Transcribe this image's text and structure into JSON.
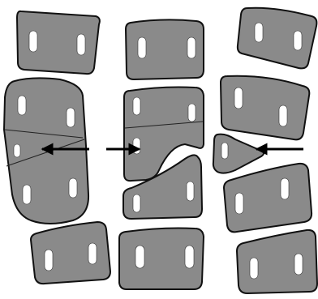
{
  "colors": {
    "background": "#ffffff",
    "block_fill": "#8a8a8a",
    "block_stroke": "#111111",
    "hole_fill": "#ffffff",
    "arrow": "#000000"
  },
  "diagram": {
    "columns": [
      {
        "id": "left",
        "blocks": [
          "upper-block",
          "wedged-block",
          "lower-block"
        ],
        "feature": "split-by-two-lines"
      },
      {
        "id": "middle",
        "blocks": [
          "upper-block",
          "upper-wedge-piece",
          "lower-wedge-piece",
          "lower-block"
        ],
        "feature": "wedge-separated"
      },
      {
        "id": "right",
        "blocks": [
          "upper-block",
          "upper-mid-block",
          "triangular-wedge",
          "lower-mid-block",
          "lower-block"
        ],
        "feature": "isolated-triangle"
      }
    ],
    "arrows": [
      {
        "id": "left-arrow",
        "direction": "left"
      },
      {
        "id": "middle-arrow",
        "direction": "right"
      },
      {
        "id": "right-arrow",
        "direction": "left"
      }
    ]
  }
}
